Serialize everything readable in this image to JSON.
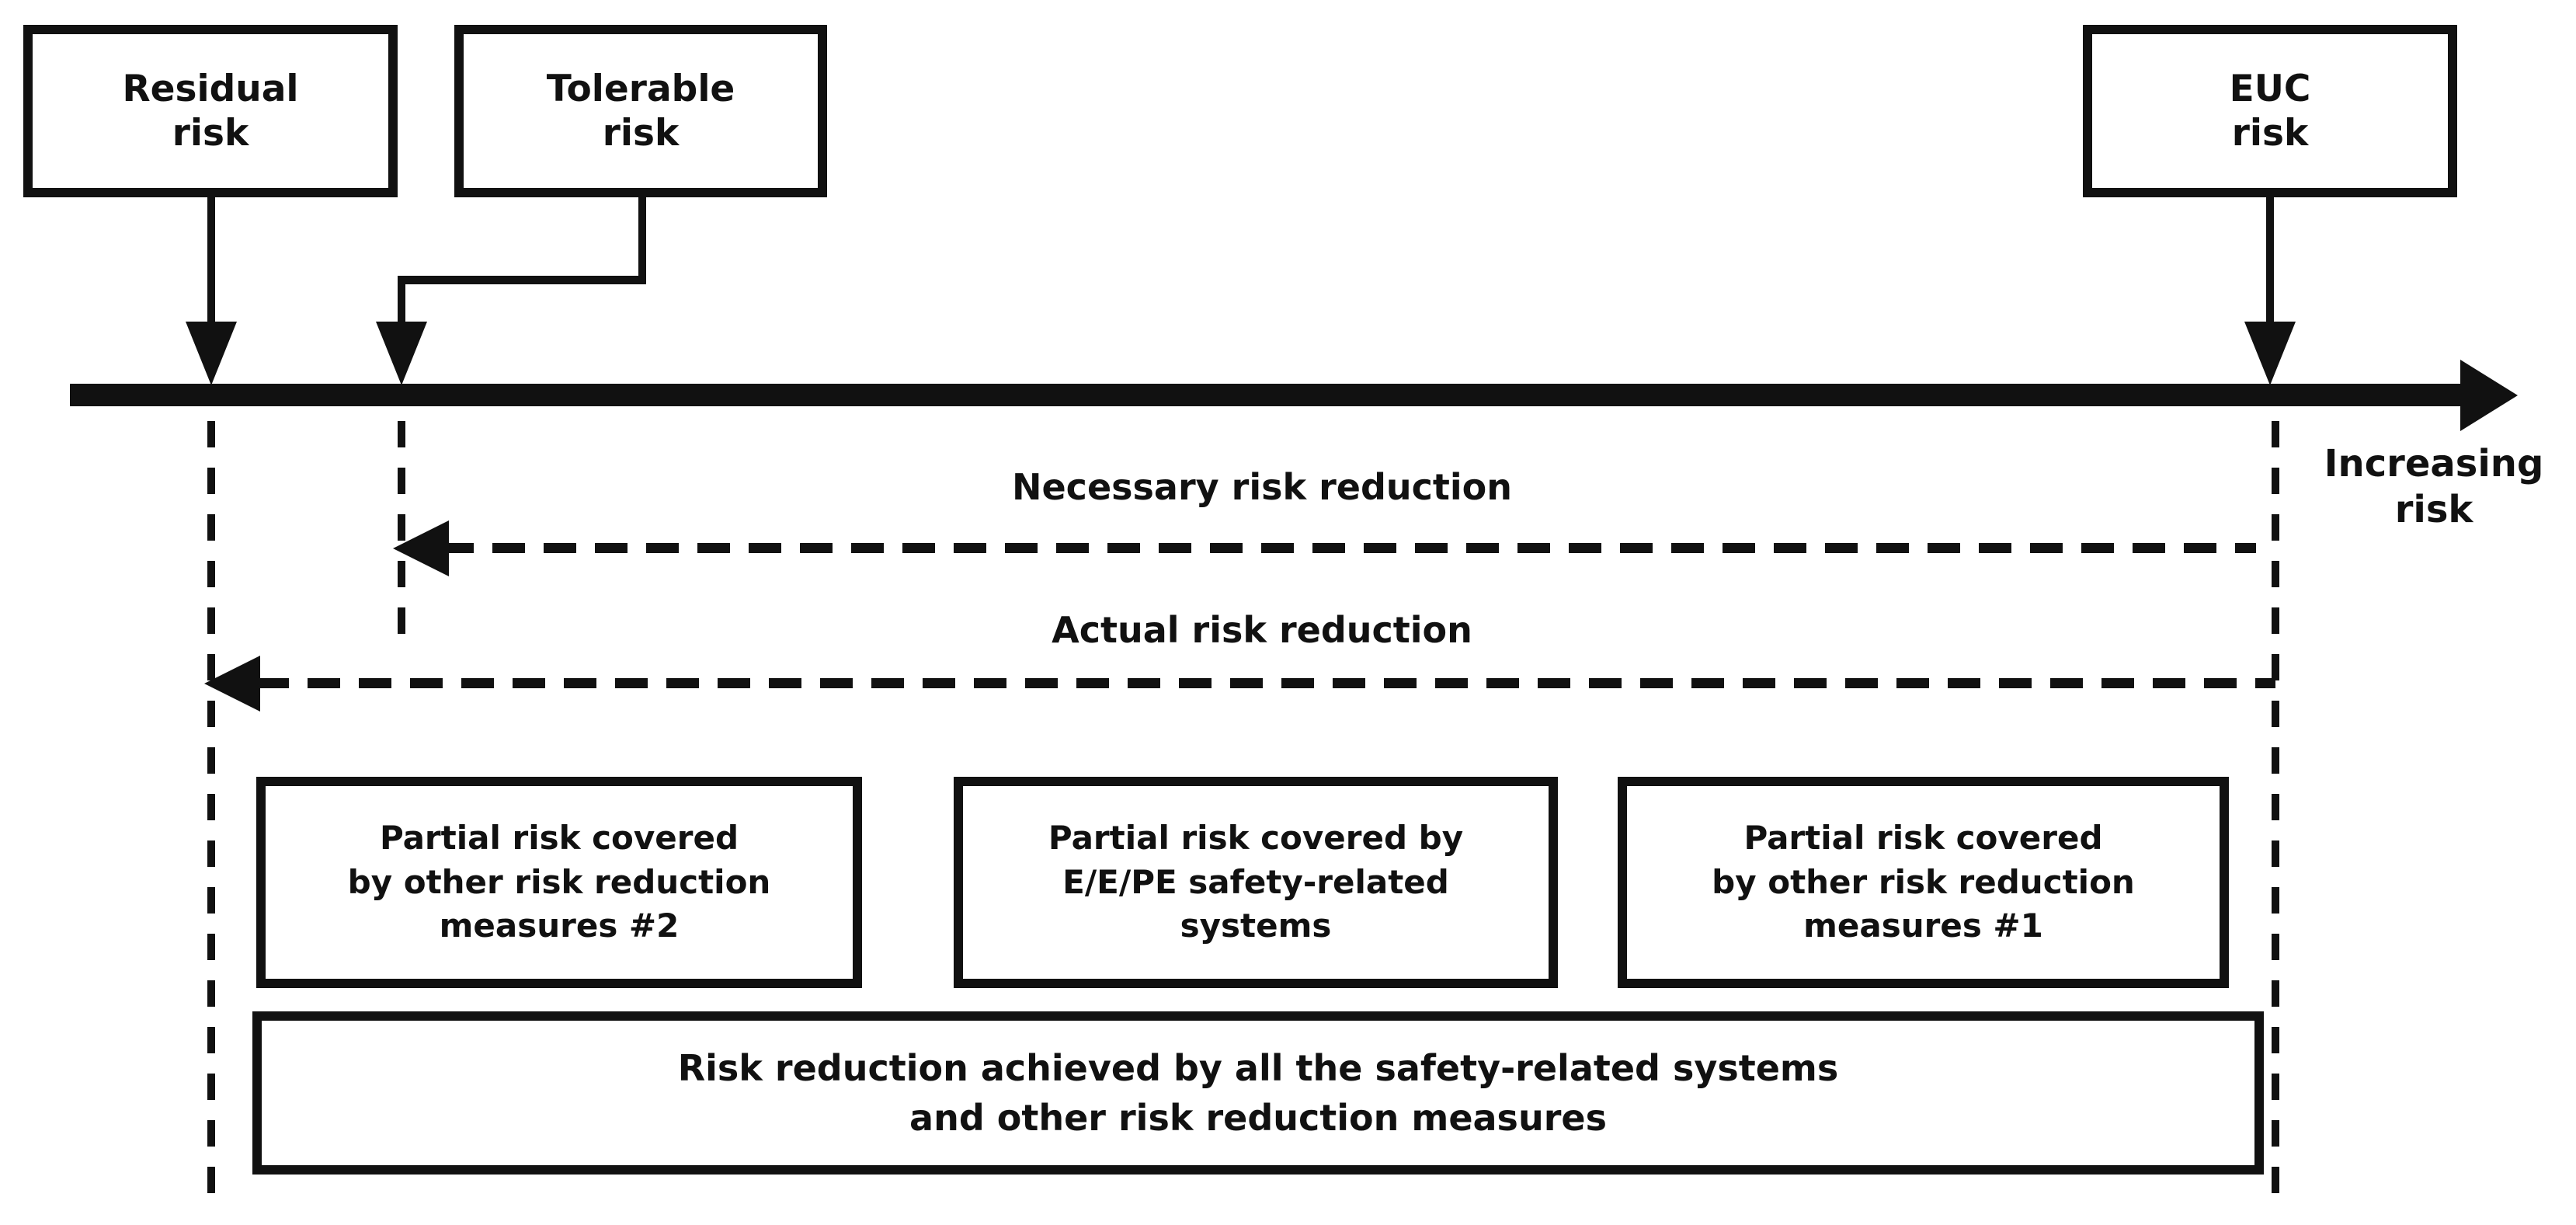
{
  "colors": {
    "ink": "#111111",
    "paper": "#ffffff"
  },
  "source_boxes": {
    "residual": "Residual\nrisk",
    "tolerable": "Tolerable\nrisk",
    "euc": "EUC\nrisk"
  },
  "axis": {
    "label": "Increasing\nrisk"
  },
  "reduction_arrows": {
    "necessary": "Necessary risk reduction",
    "actual": "Actual risk reduction"
  },
  "partial_boxes": [
    "Partial risk covered\nby other risk reduction\nmeasures #2",
    "Partial risk covered by\nE/E/PE safety-related\nsystems",
    "Partial risk covered\nby other risk reduction\nmeasures #1"
  ],
  "total_box": "Risk reduction achieved by all the safety-related systems\nand other risk reduction measures"
}
